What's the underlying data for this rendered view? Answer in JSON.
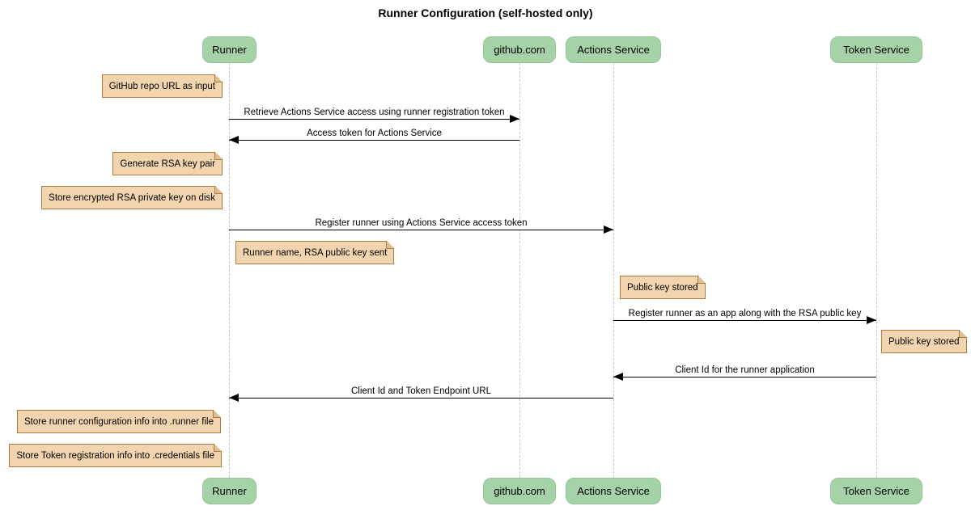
{
  "title": "Runner Configuration (self-hosted only)",
  "participants": [
    {
      "name": "Runner"
    },
    {
      "name": "github.com"
    },
    {
      "name": "Actions Service"
    },
    {
      "name": "Token Service"
    }
  ],
  "messages": [
    {
      "from": "Runner",
      "to": "github.com",
      "text": "Retrieve Actions Service access using runner registration token"
    },
    {
      "from": "github.com",
      "to": "Runner",
      "text": "Access token for Actions Service"
    },
    {
      "from": "Runner",
      "to": "Actions Service",
      "text": "Register runner using Actions Service access token"
    },
    {
      "from": "Actions Service",
      "to": "Token Service",
      "text": "Register runner as an app along with the RSA public key"
    },
    {
      "from": "Token Service",
      "to": "Actions Service",
      "text": "Client Id for the runner application"
    },
    {
      "from": "Actions Service",
      "to": "Runner",
      "text": "Client Id and Token Endpoint URL"
    }
  ],
  "notes": [
    {
      "anchor": "Runner",
      "position": "left of",
      "text": "GitHub repo URL as input"
    },
    {
      "anchor": "Runner",
      "position": "left of",
      "text": "Generate RSA key pair"
    },
    {
      "anchor": "Runner",
      "position": "left of",
      "text": "Store encrypted RSA private key on disk"
    },
    {
      "anchor": "Runner",
      "position": "right of",
      "text": "Runner name, RSA public key sent"
    },
    {
      "anchor": "Actions Service",
      "position": "right of",
      "text": "Public key stored"
    },
    {
      "anchor": "Token Service",
      "position": "right of",
      "text": "Public key stored"
    },
    {
      "anchor": "Runner",
      "position": "left of",
      "text": "Store runner configuration info into .runner file"
    },
    {
      "anchor": "Runner",
      "position": "left of",
      "text": "Store Token registration info into .credentials file"
    }
  ],
  "colors": {
    "participant_fill": "#a6d2a7",
    "participant_border": "#93c594",
    "note_fill": "#f2d5ae",
    "note_border": "#a97c43",
    "note_fold": "#e2bd8f",
    "lifeline": "#c6c6c6",
    "arrow": "#000000",
    "text": "#000000",
    "background": "#ffffff"
  }
}
